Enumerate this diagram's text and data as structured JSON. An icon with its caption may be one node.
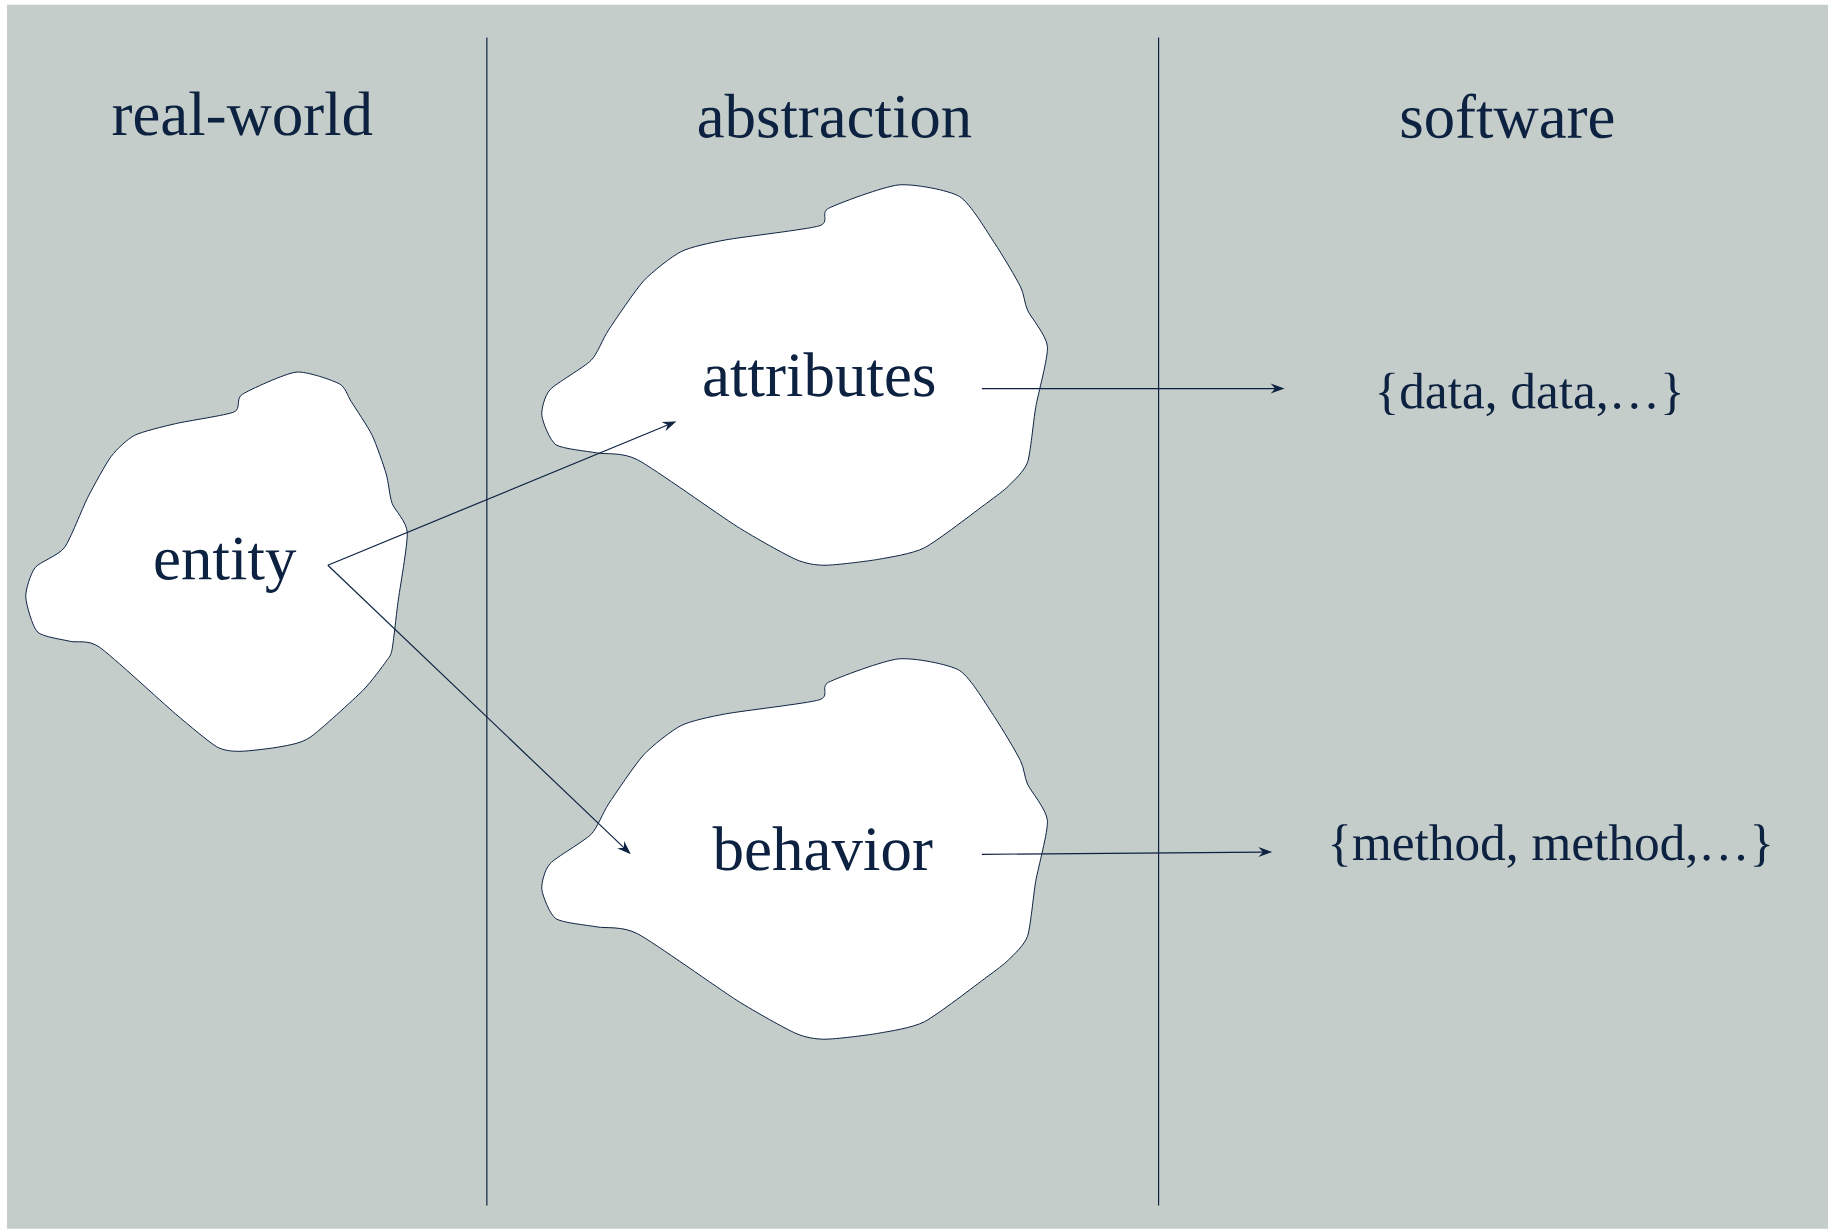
{
  "diagram": {
    "nodes": [
      {
        "text": [
          "entity"
        ]
      },
      {
        "text": [
          "attributes"
        ]
      },
      {
        "text": [
          "behavior"
        ]
      },
      {
        "text": [
          "{data, data,…}"
        ]
      },
      {
        "text": [
          "{method, method,…}"
        ]
      }
    ],
    "edges": [
      {
        "from": 0,
        "to": 1,
        "arrow": "to"
      },
      {
        "from": 0,
        "to": 2,
        "arrow": "to"
      },
      {
        "from": 1,
        "to": 3,
        "arrow": "to"
      },
      {
        "from": 2,
        "to": 4,
        "arrow": "to"
      }
    ],
    "labels": [
      "real-world",
      "abstraction",
      "software"
    ]
  }
}
